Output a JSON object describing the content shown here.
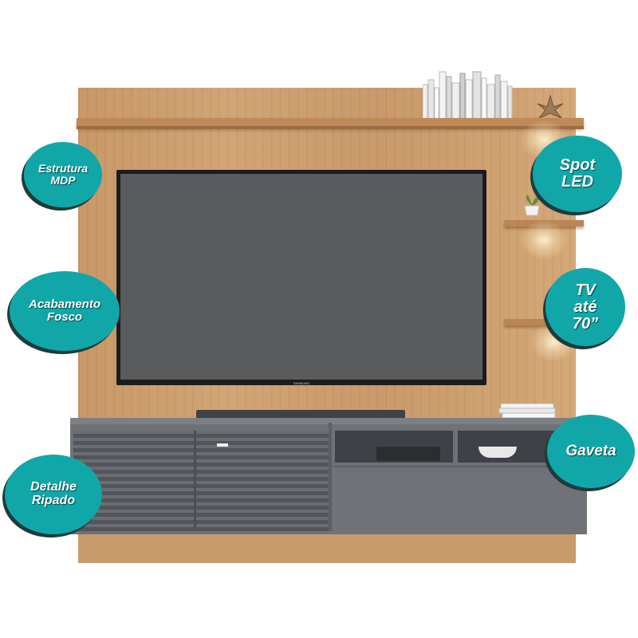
{
  "callouts": {
    "estrutura": "Estrutura\nMDP",
    "acabamento": "Acabamento\nFosco",
    "detalhe": "Detalhe\nRipado",
    "spot": "Spot\nLED",
    "tv": "TV\naté\n70”",
    "gaveta": "Gaveta"
  },
  "tv_brand": "SAMSUNG",
  "colors": {
    "callout": "#11a7a8",
    "wood": "#c99a6b",
    "rack": "#6e7276",
    "tv_screen": "#5a5b5d"
  }
}
